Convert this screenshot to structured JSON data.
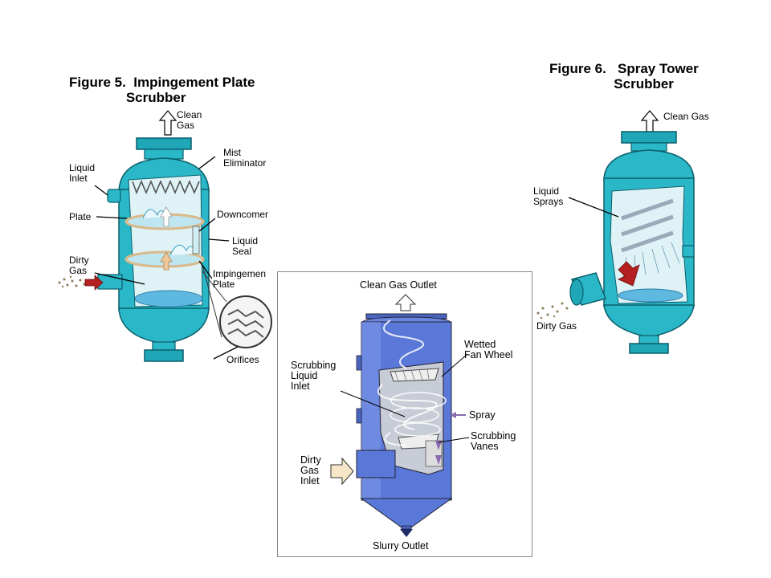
{
  "figure5": {
    "title": "Figure 5.  Impingement Plate\n               Scrubber",
    "labels": {
      "clean_gas": "Clean\nGas",
      "mist_eliminator": "Mist\nEliminator",
      "liquid_inlet": "Liquid\nInlet",
      "plate": "Plate",
      "downcomer": "Downcomer",
      "liquid_seal": "Liquid\nSeal",
      "dirty_gas": "Dirty\nGas",
      "impingement_plate": "Impingemen\nPlate",
      "orifices": "Orifices"
    }
  },
  "figure6": {
    "title": "Figure 6.   Spray Tower\n                 Scrubber",
    "labels": {
      "clean_gas": "Clean Gas",
      "liquid_sprays": "Liquid\nSprays",
      "dirty_gas": "Dirty Gas"
    }
  },
  "center": {
    "labels": {
      "clean_gas_outlet": "Clean Gas Outlet",
      "wetted_fan_wheel": "Wetted\nFan Wheel",
      "scrubbing_liquid_inlet": "Scrubbing\nLiquid\nInlet",
      "spray": "Spray",
      "scrubbing_vanes": "Scrubbing\nVanes",
      "dirty_gas_inlet": "Dirty\nGas\nInlet",
      "slurry_outlet": "Slurry Outlet"
    }
  },
  "colors": {
    "vessel_cyan": "#2ab8c8",
    "vessel_blue": "#5a78d8",
    "arrow_red": "#b42020",
    "arrow_purple": "#8a6ab0"
  }
}
